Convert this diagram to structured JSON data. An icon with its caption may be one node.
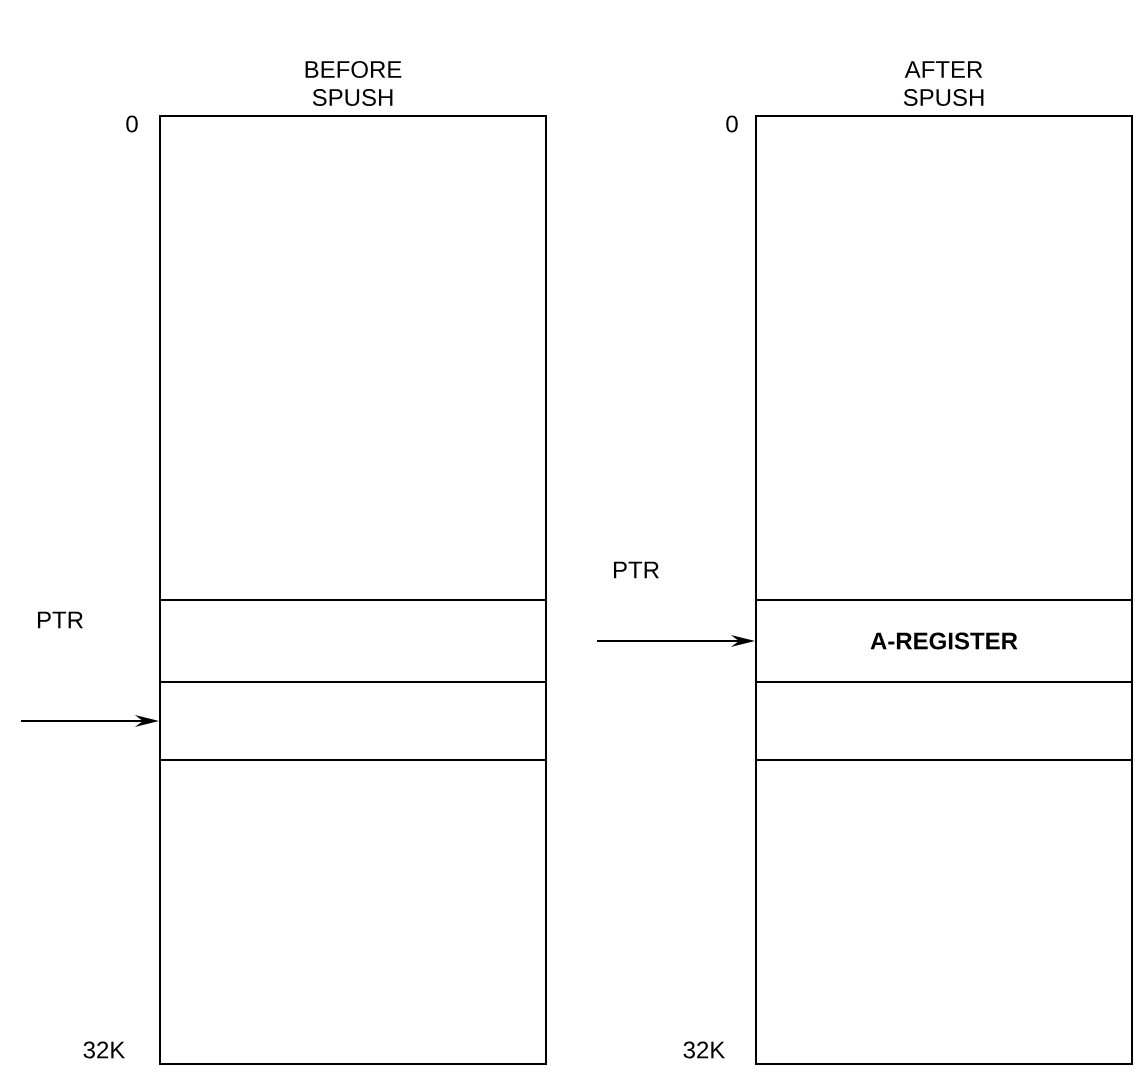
{
  "diagram": {
    "nodes": [
      {
        "text": [
          "BEFORE SPUSH"
        ]
      },
      {
        "text": [],
        "shape": "box",
        "in": 0
      },
      {
        "text": [],
        "shape": "box",
        "in": 0
      },
      {
        "text": [
          "PTR"
        ]
      },
      {
        "text": [
          "AFTER SPUSH"
        ]
      },
      {
        "text": [
          "A-REGISTER"
        ],
        "in": 4
      },
      {
        "text": [],
        "shape": "box",
        "in": 4
      },
      {
        "text": [
          "PTR"
        ]
      }
    ],
    "edges": [
      {
        "from": 3,
        "to": 2,
        "arrow": "to"
      },
      {
        "from": 7,
        "to": 5,
        "arrow": "to"
      }
    ],
    "labels": [
      "0",
      "32K",
      "0",
      "32K"
    ]
  }
}
